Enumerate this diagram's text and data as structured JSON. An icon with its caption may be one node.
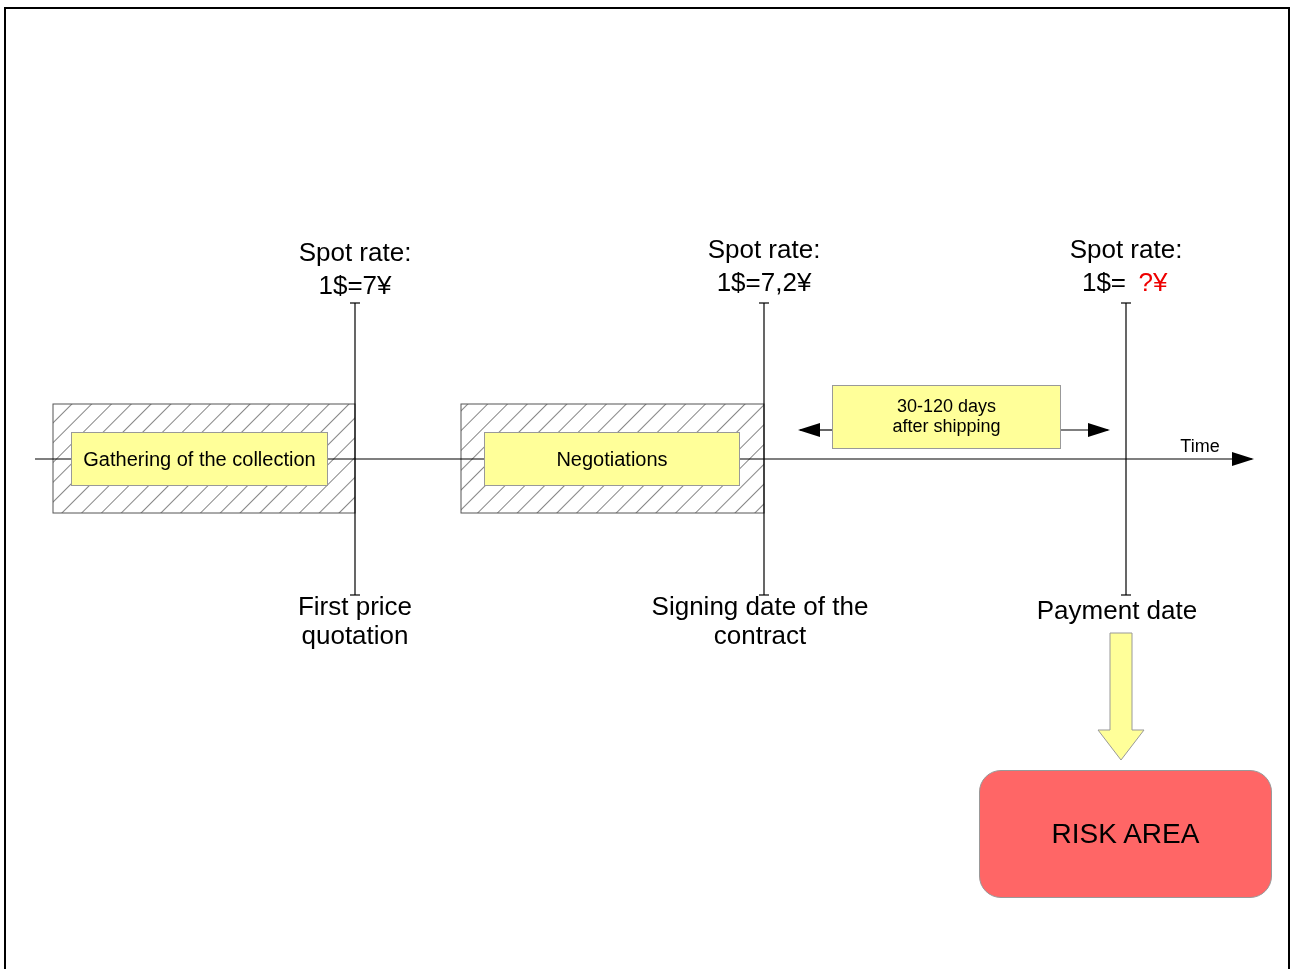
{
  "diagram": {
    "nodes": [
      {
        "text": [
          "Gathering of the collection"
        ]
      },
      {
        "text": [
          "Negotiations"
        ]
      },
      {
        "text": [
          "30-120 days after shipping"
        ]
      },
      {
        "text": [
          "Payment date"
        ]
      },
      {
        "text": [
          "RISK AREA"
        ]
      }
    ],
    "edges": [
      {
        "from": 2,
        "to": null,
        "arrow": "to"
      },
      {
        "from": 2,
        "to": null,
        "arrow": "to"
      },
      {
        "from": 3,
        "to": 4,
        "arrow": "to",
        "style": "thick",
        "color": "#ffff99"
      }
    ],
    "labels": [
      "Spot rate:",
      "1$=7¥",
      "Spot rate:",
      "1$=7,2¥",
      "Spot rate:",
      "1$=",
      "?¥",
      "Time",
      "First price quotation",
      "Signing date of the contract"
    ]
  }
}
